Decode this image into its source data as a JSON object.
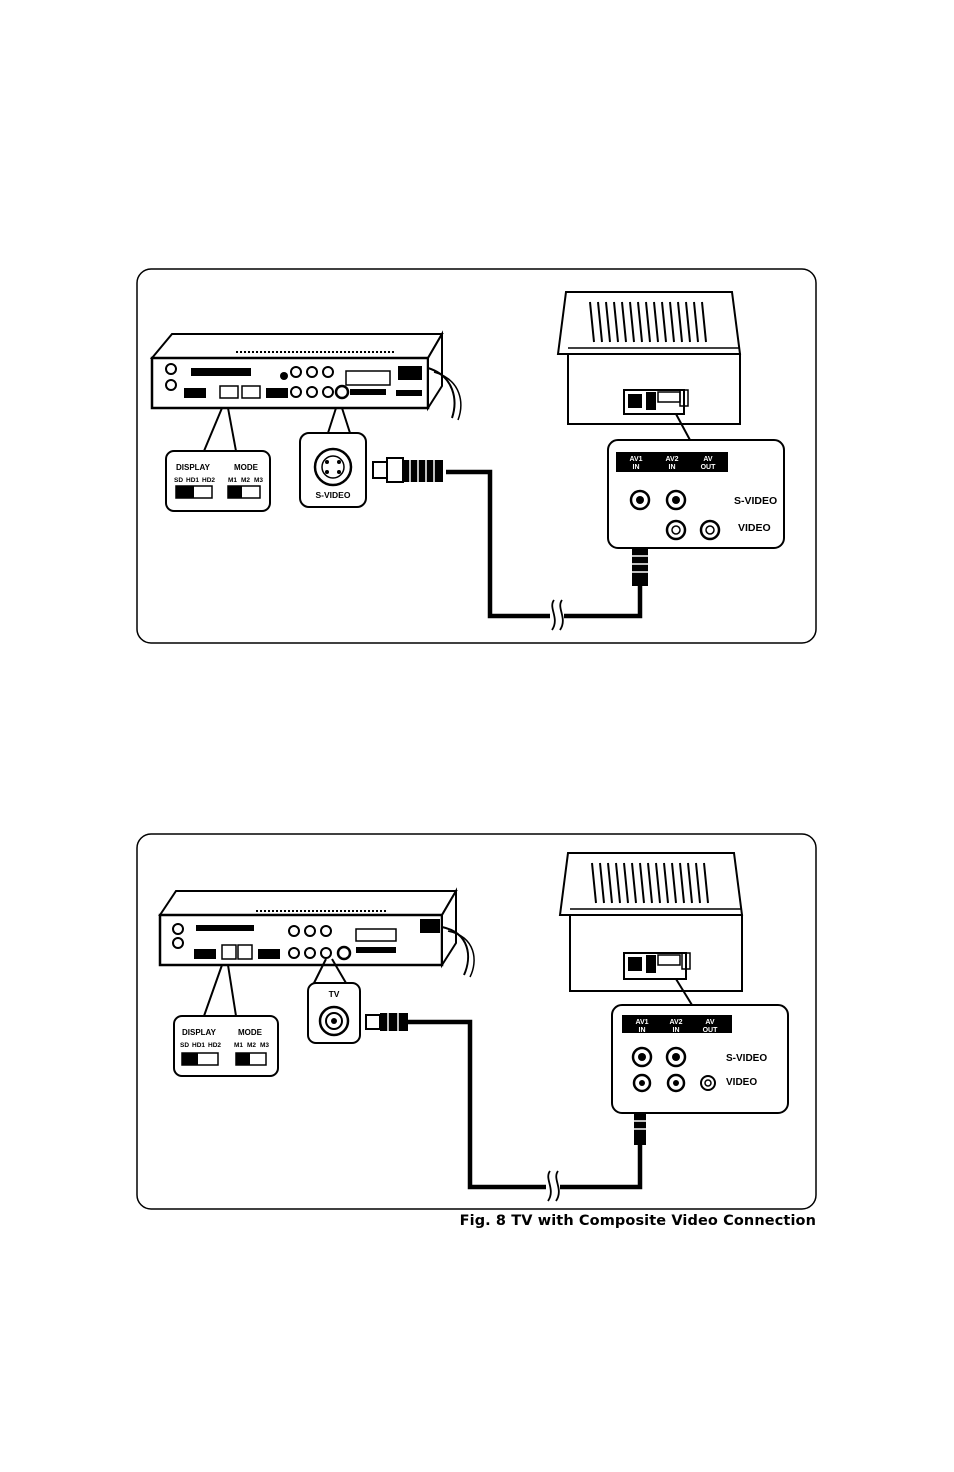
{
  "figures": [
    {
      "id": "s-video",
      "switch_panel": {
        "display_title": "DISPLAY",
        "display_options": [
          "SD",
          "HD1",
          "HD2"
        ],
        "mode_title": "MODE",
        "mode_options": [
          "M1",
          "M2",
          "M3"
        ]
      },
      "port_callout": "S-VIDEO",
      "tv_panel": {
        "columns": [
          "AV1\nIN",
          "AV2\nIN",
          "AV\nOUT"
        ],
        "row_labels": [
          "S-VIDEO",
          "VIDEO"
        ]
      }
    },
    {
      "id": "composite",
      "switch_panel": {
        "display_title": "DISPLAY",
        "display_options": [
          "SD",
          "HD1",
          "HD2"
        ],
        "mode_title": "MODE",
        "mode_options": [
          "M1",
          "M2",
          "M3"
        ]
      },
      "port_callout": "TV",
      "tv_panel": {
        "columns": [
          "AV1\nIN",
          "AV2\nIN",
          "AV\nOUT"
        ],
        "row_labels": [
          "S-VIDEO",
          "VIDEO"
        ]
      }
    }
  ],
  "caption": "Fig. 8  TV with Composite Video Connection"
}
